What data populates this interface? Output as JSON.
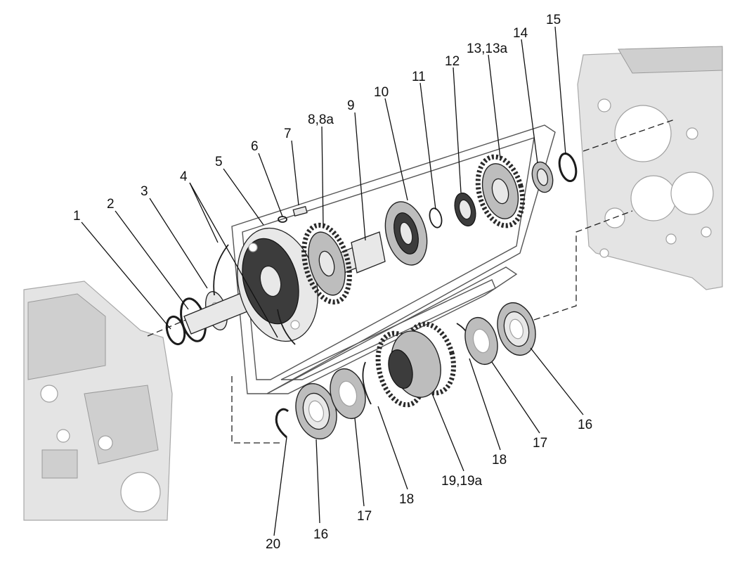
{
  "labels": [
    {
      "id": "1",
      "text": "1"
    },
    {
      "id": "2",
      "text": "2"
    },
    {
      "id": "3",
      "text": "3"
    },
    {
      "id": "4",
      "text": "4"
    },
    {
      "id": "5",
      "text": "5"
    },
    {
      "id": "6",
      "text": "6"
    },
    {
      "id": "7",
      "text": "7"
    },
    {
      "id": "8",
      "text": "8,8a"
    },
    {
      "id": "9",
      "text": "9"
    },
    {
      "id": "10",
      "text": "10"
    },
    {
      "id": "11",
      "text": "11"
    },
    {
      "id": "12",
      "text": "12"
    },
    {
      "id": "13",
      "text": "13,13a"
    },
    {
      "id": "14",
      "text": "14"
    },
    {
      "id": "15",
      "text": "15"
    },
    {
      "id": "16a",
      "text": "16"
    },
    {
      "id": "17a",
      "text": "17"
    },
    {
      "id": "18a",
      "text": "18"
    },
    {
      "id": "16b",
      "text": "16"
    },
    {
      "id": "17b",
      "text": "17"
    },
    {
      "id": "18b",
      "text": "18"
    },
    {
      "id": "19",
      "text": "19,19a"
    },
    {
      "id": "20",
      "text": "20"
    }
  ]
}
